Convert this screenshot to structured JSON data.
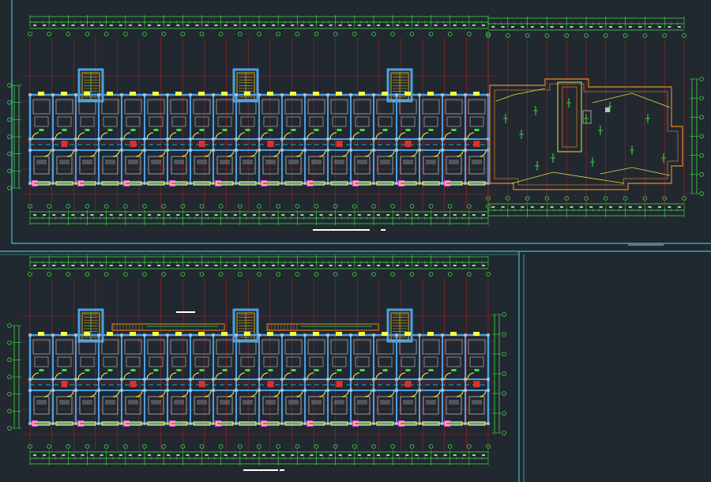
{
  "colors": {
    "background": "#212830",
    "frame": "#3fc1c9",
    "dimension": "#40e040",
    "grid": "#c02020",
    "wall": "#4aa0e6",
    "partition": "#c0c0c0",
    "furniture": "#a8a8a8",
    "door": "#ffff40",
    "window": "#e040e0",
    "stair": "#d4b020",
    "roof": "#c87828",
    "roof_inner": "#e0e040",
    "fixture": "#f03030",
    "accent": "#30d0ff"
  },
  "icons": {
    "grid_bubble": "circle-marker-icon",
    "door_swing": "door-arc-icon",
    "column": "column-square-icon"
  },
  "sheets": [
    {
      "name": "upper-left-sheet"
    },
    {
      "name": "lower-left-sheet"
    },
    {
      "name": "lower-right-sheet"
    }
  ],
  "plans": [
    {
      "name": "plan-upper-floor",
      "bays": 20,
      "cores": 3,
      "title_bar": true
    },
    {
      "name": "plan-lower-floor",
      "bays": 20,
      "cores": 3,
      "title_bar": true
    }
  ],
  "roof_plan": {
    "name": "roof-plan",
    "ridges": 2
  }
}
